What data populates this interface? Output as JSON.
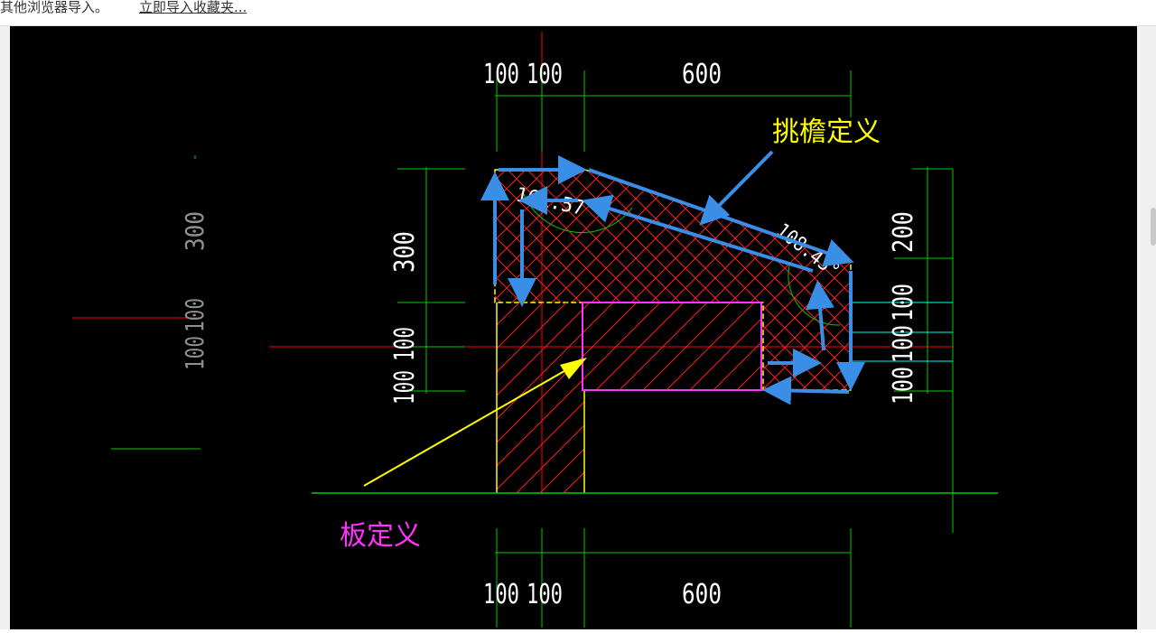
{
  "browser": {
    "message": "其他浏览器导入。",
    "import_link": "立即导入收藏夹..."
  },
  "drawing": {
    "colors": {
      "background": "#000000",
      "dimension": "#00cc00",
      "axis": "#ff0000",
      "outline": "#ffff00",
      "hatch": "#ff2020",
      "slab": "#ff33ff",
      "callout": "#3a8ee6",
      "annotation_yellow": "#ffff00",
      "annotation_magenta": "#ff33ff",
      "extra_line": "#00ffff"
    },
    "top_dims": [
      "100",
      "100",
      "600"
    ],
    "bottom_dims": [
      "100",
      "100",
      "600"
    ],
    "left_dims": [
      "300",
      "100",
      "100"
    ],
    "right_dims": [
      "200",
      "100",
      "100",
      "100",
      "100"
    ],
    "far_left_dims": [
      "300",
      "100",
      "100"
    ],
    "angle_labels": [
      "161.57°",
      "108.43°"
    ],
    "label_eave": "挑檐定义",
    "label_slab": "板定义"
  }
}
